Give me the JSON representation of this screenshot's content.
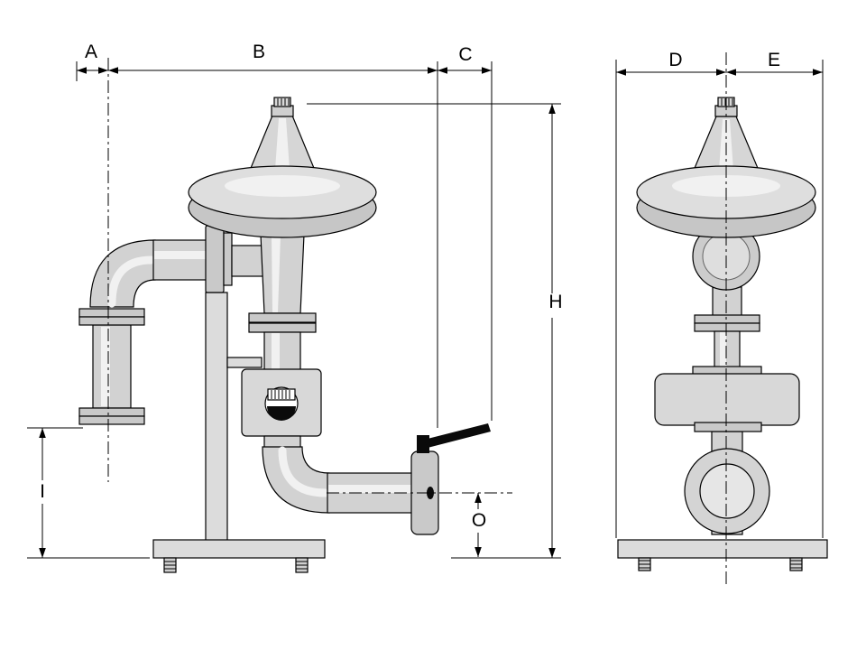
{
  "drawing": {
    "background_color": "#ffffff",
    "line_color": "#000000",
    "metal_color": "#d2d2d2",
    "dimension_labels": {
      "a": "A",
      "b": "B",
      "c": "C",
      "d": "D",
      "e": "E",
      "h": "H",
      "i": "I",
      "o": "O"
    }
  }
}
